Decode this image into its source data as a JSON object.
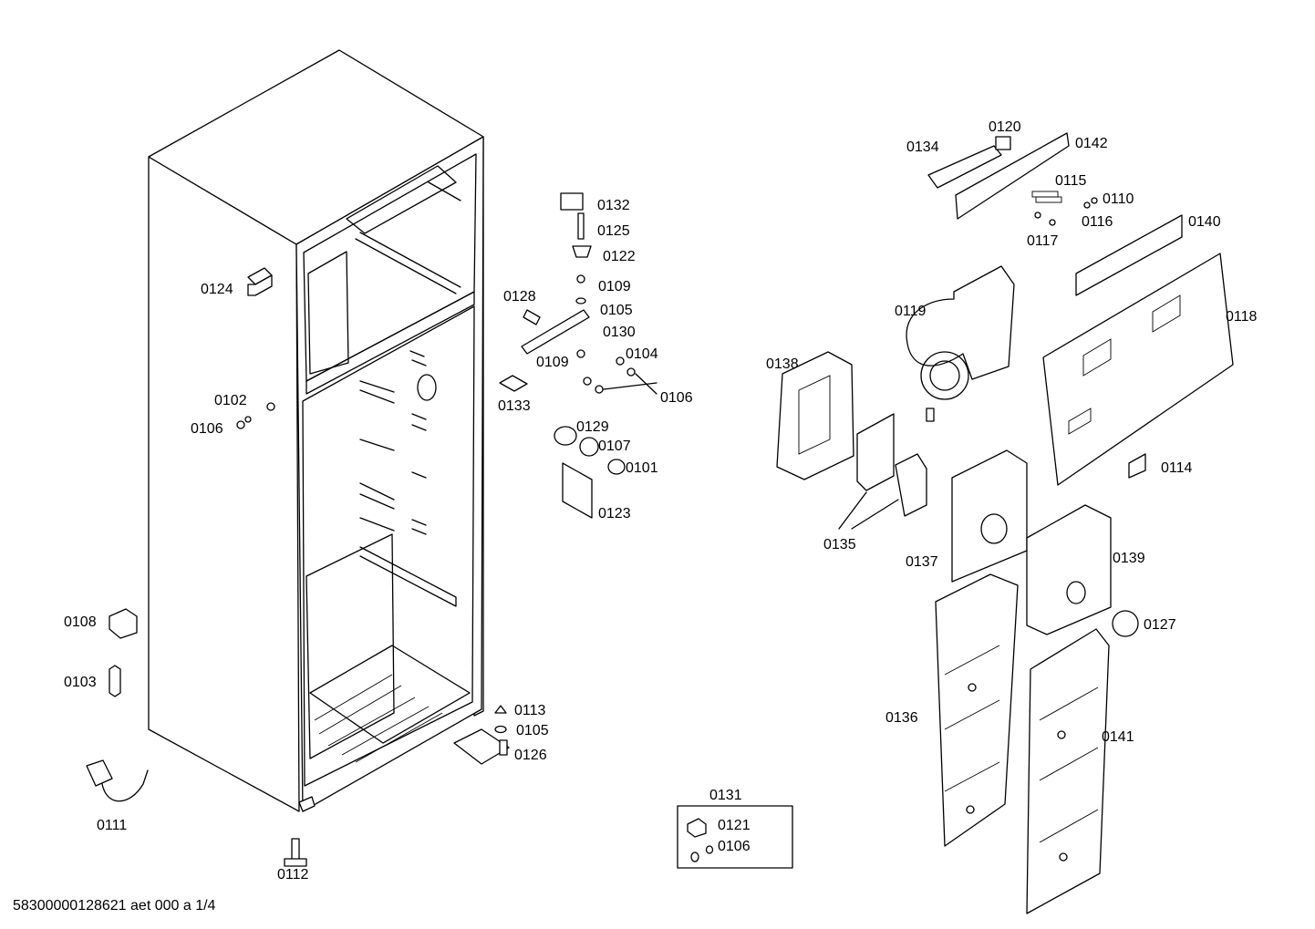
{
  "document_code": "58300000128621 aet 000 a 1/4",
  "labels": {
    "p0132": "0132",
    "p0125": "0125",
    "p0122": "0122",
    "p0109a": "0109",
    "p0105a": "0105",
    "p0128": "0128",
    "p0130": "0130",
    "p0109b": "0109",
    "p0104": "0104",
    "p0106a": "0106",
    "p0133": "0133",
    "p0129": "0129",
    "p0107": "0107",
    "p0101": "0101",
    "p0123": "0123",
    "p0124": "0124",
    "p0102": "0102",
    "p0106b": "0106",
    "p0108": "0108",
    "p0103": "0103",
    "p0111": "0111",
    "p0112": "0112",
    "p0113": "0113",
    "p0105b": "0105",
    "p0126": "0126",
    "p0131": "0131",
    "p0121": "0121",
    "p0106c": "0106",
    "p0134": "0134",
    "p0120": "0120",
    "p0142": "0142",
    "p0115": "0115",
    "p0110": "0110",
    "p0116": "0116",
    "p0117": "0117",
    "p0140": "0140",
    "p0119": "0119",
    "p0118": "0118",
    "p0138": "0138",
    "p0114": "0114",
    "p0135": "0135",
    "p0137": "0137",
    "p0139": "0139",
    "p0127": "0127",
    "p0136": "0136",
    "p0141": "0141"
  }
}
